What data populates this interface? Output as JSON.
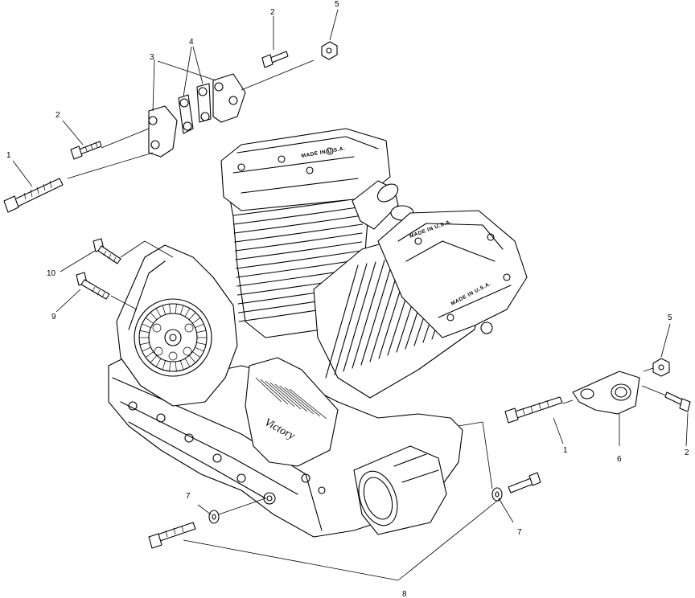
{
  "callouts": {
    "c1_left": "1",
    "c1_right": "1",
    "c2_top": "2",
    "c2_left": "2",
    "c2_right": "2",
    "c3": "3",
    "c4": "4",
    "c5_top": "5",
    "c5_right": "5",
    "c6": "6",
    "c7_left": "7",
    "c7_right": "7",
    "c8": "8",
    "c9": "9",
    "c10": "10"
  },
  "engine": {
    "cover_text": "MADE IN U.S.A.",
    "rear_cover_text": "MADE IN U.S.A.",
    "front_cover_text": "MADE IN U.S.A.",
    "brand": "Victory"
  }
}
